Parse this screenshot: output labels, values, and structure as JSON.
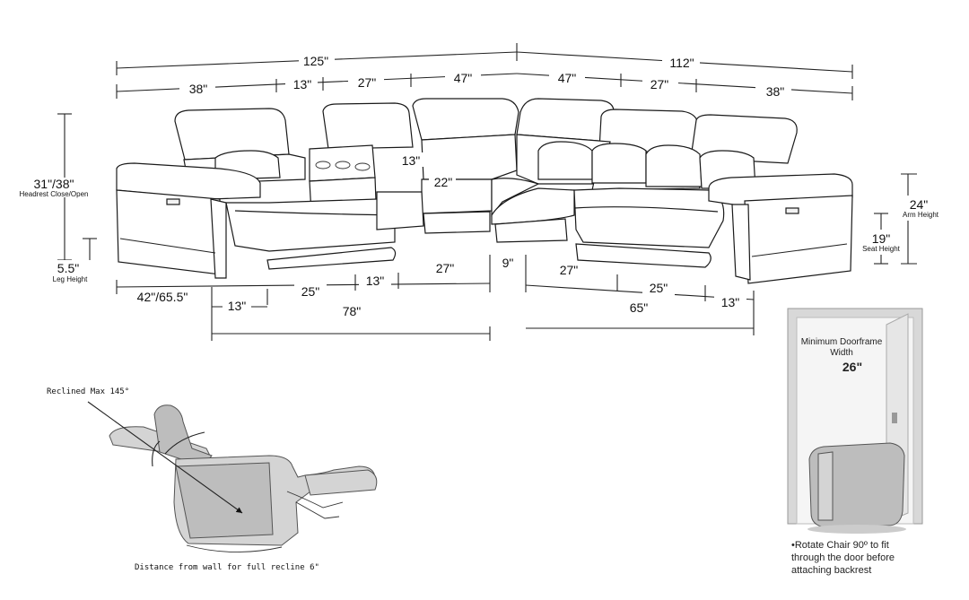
{
  "dimensions": {
    "total_left": "125\"",
    "total_right": "112\"",
    "top_row": [
      "38\"",
      "13\"",
      "27\"",
      "47\"",
      "47\"",
      "27\"",
      "38\""
    ],
    "headrest": "31\"/38\"",
    "headrest_caption": "Headrest Close/Open",
    "leg": "5.5\"",
    "leg_caption": "Leg Height",
    "arm": "24\"",
    "arm_caption": "Arm Height",
    "seat": "19\"",
    "seat_caption": "Seat Height",
    "console_depth": "13\"",
    "seat_depth": "22\"",
    "bottom_left_row": [
      "42\"/65.5\"",
      "25\"",
      "13\"",
      "27\"",
      "9\""
    ],
    "bottom_left_row2": [
      "13\"",
      "78\""
    ],
    "bottom_right_row": [
      "27\"",
      "25\"",
      "13\"",
      "65\""
    ]
  },
  "recline": {
    "max_label": "Reclined Max 145°",
    "distance_label": "Distance from wall for full recline 6\""
  },
  "door": {
    "title_line1": "Minimum Doorframe",
    "title_line2": "Width",
    "width": "26\"",
    "note_line1": "•Rotate Chair 90º to fit",
    "note_line2": "through the door before",
    "note_line3": "attaching backrest"
  }
}
